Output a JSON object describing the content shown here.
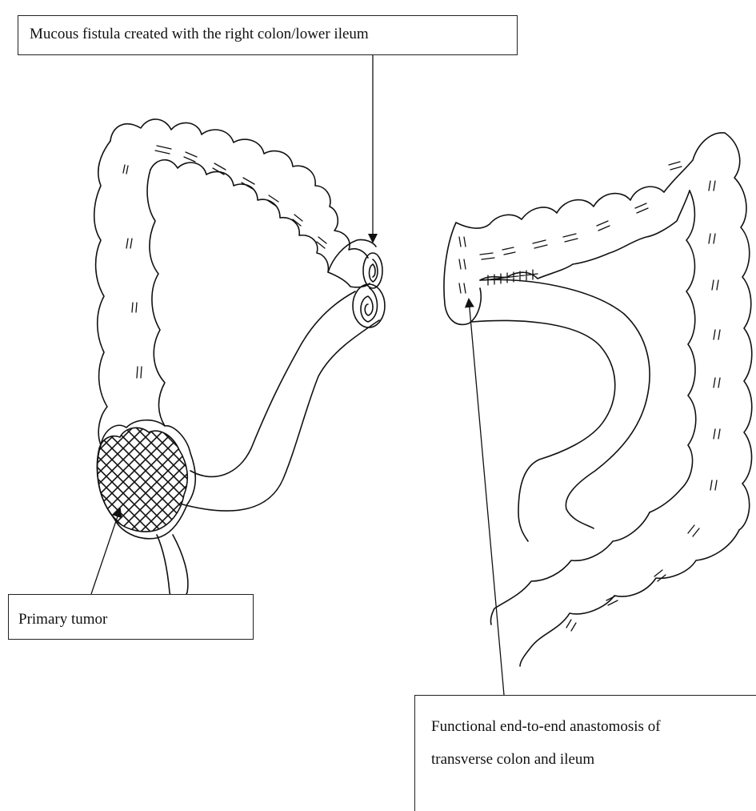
{
  "labels": {
    "mucous_fistula": "Mucous fistula created with the right colon/lower ileum",
    "primary_tumor": "Primary tumor",
    "anastomosis_line1": "Functional end-to-end anastomosis of",
    "anastomosis_line2": "transverse colon and ileum"
  },
  "colors": {
    "ink": "#111111",
    "background": "#ffffff",
    "tumor_hatch": "#111111"
  }
}
